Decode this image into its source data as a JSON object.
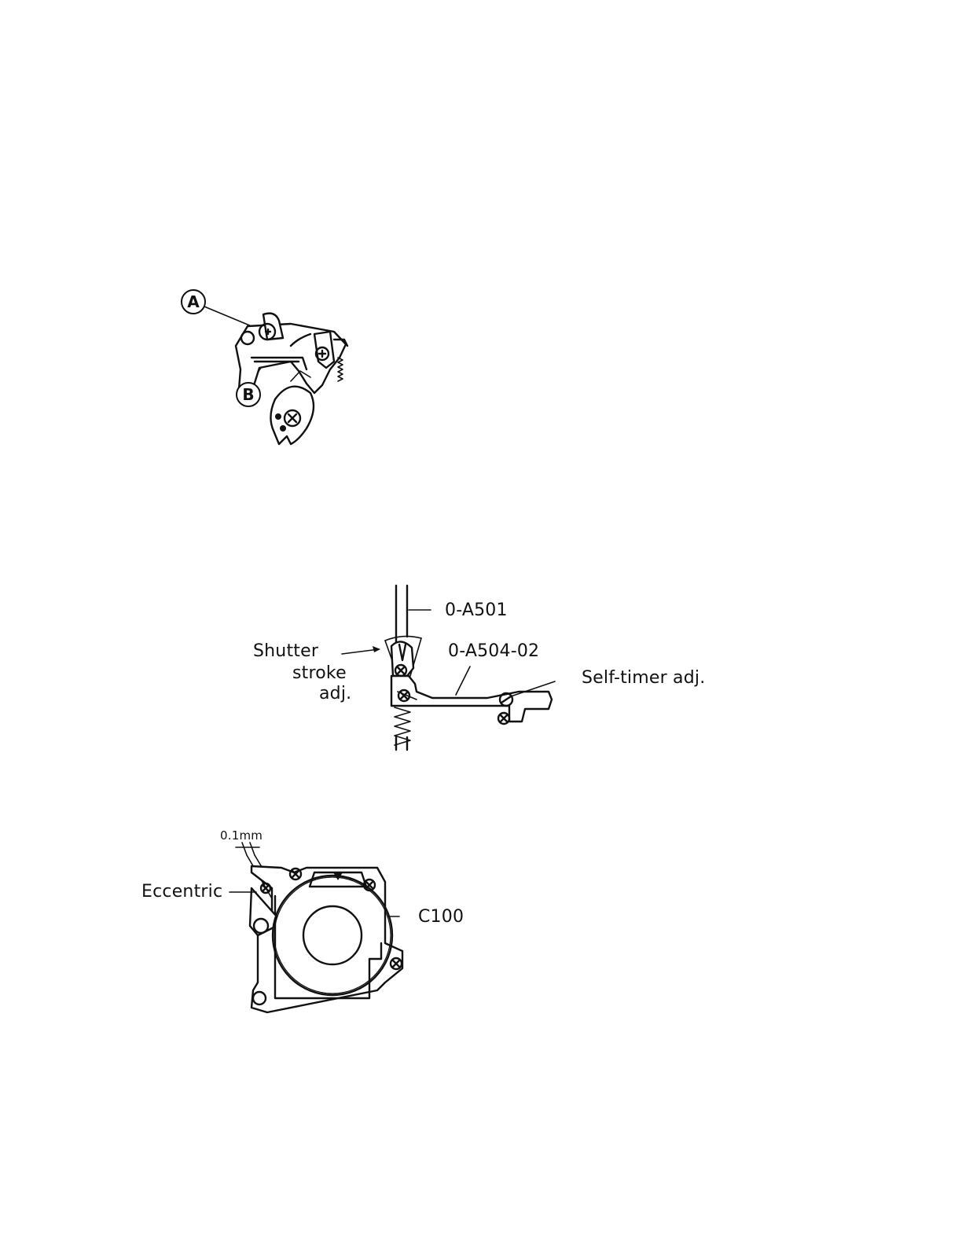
{
  "figure1": {
    "callout_a": "A",
    "callout_b": "B"
  },
  "figure2": {
    "label_rod": "0-A501",
    "label_lever": "0-A504-02",
    "label_shutter_line1": "Shutter",
    "label_shutter_line2": "stroke",
    "label_shutter_line3": "adj.",
    "label_selftimer": "Self-timer adj."
  },
  "figure3": {
    "label_gap": "0.1mm",
    "label_eccentric": "Eccentric",
    "label_part": "C100"
  }
}
